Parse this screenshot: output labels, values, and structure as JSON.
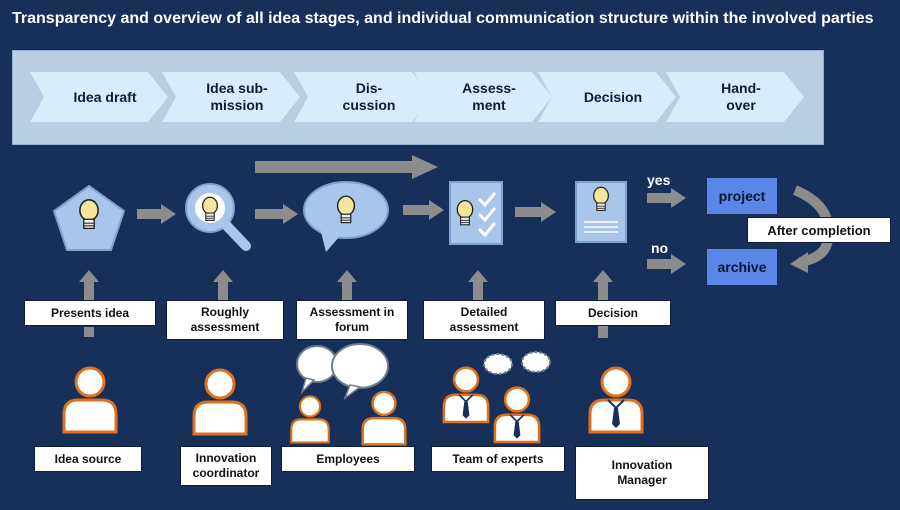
{
  "title": "Transparency and overview of all idea stages, and individual communication structure within the involved parties",
  "stages": [
    "Idea draft",
    "Idea sub-\nmission",
    "Dis-\ncussion",
    "Assess-\nment",
    "Decision",
    "Hand-\nover"
  ],
  "activities": [
    "Presents idea",
    "Roughly\nassessment",
    "Assessment in\nforum",
    "Detailed\nassessment",
    "Decision"
  ],
  "roles": [
    "Idea source",
    "Innovation\ncoordinator",
    "Employees",
    "Team of experts",
    "Innovation\nManager"
  ],
  "outcomes": {
    "yes": "yes",
    "no": "no",
    "project": "project",
    "archive": "archive",
    "after_completion": "After completion"
  },
  "icons": [
    "lightbulb-pentagon-icon",
    "magnifier-bulb-icon",
    "speech-bubble-bulb-icon",
    "checklist-bulb-icon",
    "document-bulb-icon",
    "person-icon",
    "thought-bubble-icon"
  ],
  "colors": {
    "background": "#16305a",
    "stage_band": "#b9cde3",
    "chevron": "#d8ecfb",
    "icon_fill": "#a8c6ea",
    "bulb": "#f3e69a",
    "arrow": "#8c8c8c",
    "person_outline": "#e0701a",
    "outcome_box": "#5b86e8"
  }
}
